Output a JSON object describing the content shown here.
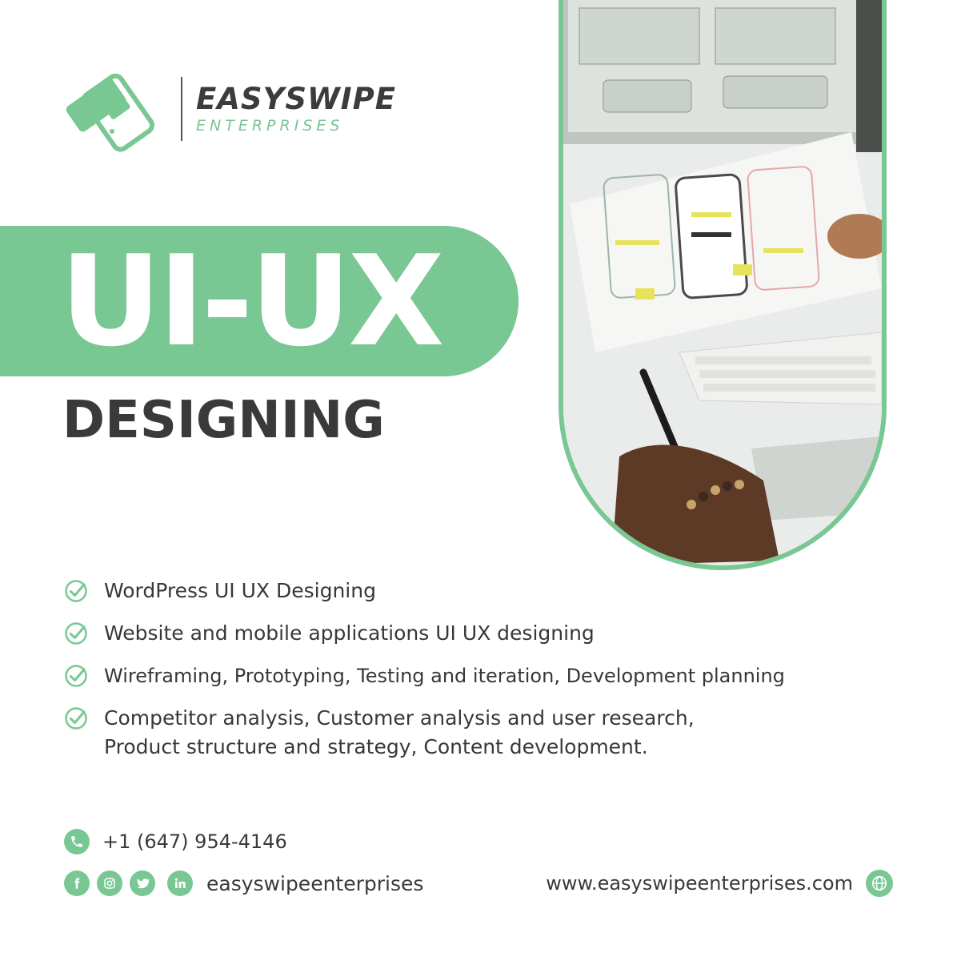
{
  "brand": {
    "name": "EASYSWIPE",
    "tagline": "ENTERPRISES"
  },
  "headline": {
    "title": "UI-UX",
    "subtitle": "DESIGNING"
  },
  "services": [
    {
      "text": "WordPress UI UX Designing"
    },
    {
      "text": "Website and mobile applications UI UX designing"
    },
    {
      "text": "Wireframing, Prototyping, Testing and iteration, Development planning"
    },
    {
      "text": "Competitor analysis, Customer analysis and user research,",
      "text2": "Product structure and strategy, Content development."
    }
  ],
  "contact": {
    "phone": "+1 (647) 954-4146",
    "social_handle": "easyswipeenterprises",
    "website": "www.easyswipeenterprises.com",
    "social_icons": [
      "facebook-icon",
      "instagram-icon",
      "twitter-icon",
      "linkedin-icon"
    ]
  },
  "colors": {
    "accent": "#79c792",
    "text": "#3a3a3a",
    "background": "#ffffff"
  }
}
